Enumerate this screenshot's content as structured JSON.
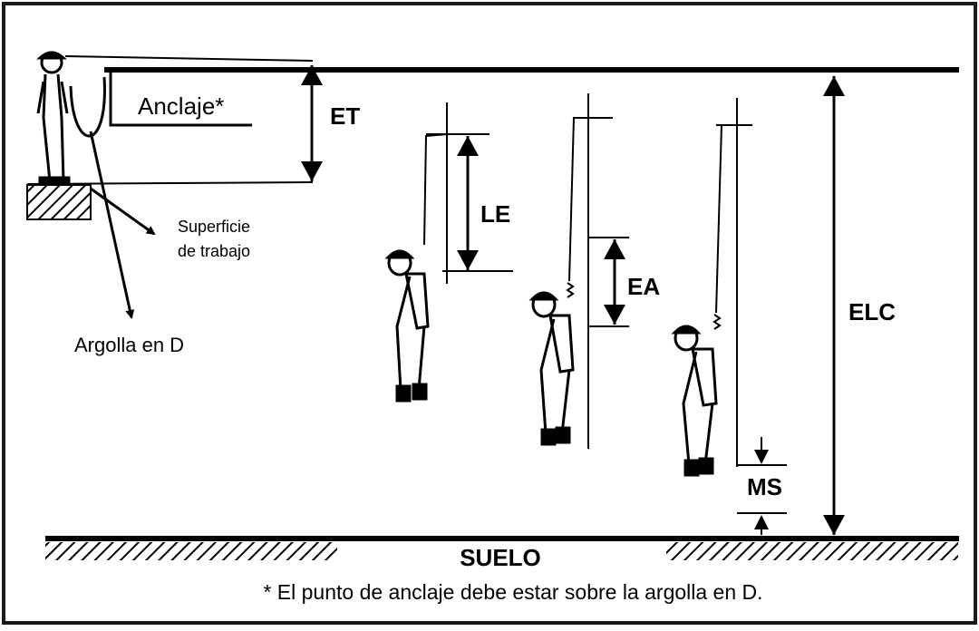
{
  "labels": {
    "anchor": "Anclaje*",
    "et": "ET",
    "le": "LE",
    "ea": "EA",
    "elc": "ELC",
    "ms": "MS",
    "surface_line1": "Superficie",
    "surface_line2": "de trabajo",
    "d_ring": "Argolla en D",
    "ground": "SUELO"
  },
  "footnote": "* El punto de anclaje debe estar sobre la argolla en D.",
  "colors": {
    "ink": "#000000",
    "border": "#1a1a1a",
    "background": "#ffffff"
  }
}
